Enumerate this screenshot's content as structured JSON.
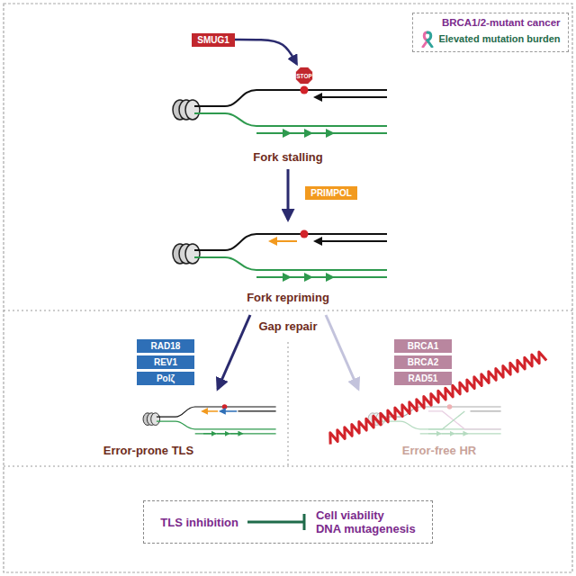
{
  "diagram": {
    "nodes": [
      {
        "text": [
          "BRCA1/2-mutant cancer",
          "Elevated mutation burden"
        ]
      },
      {
        "text": [
          "SMUG1"
        ]
      },
      {
        "text": [
          "STOP"
        ]
      },
      {
        "text": [
          "PRIMPOL"
        ]
      },
      {
        "text": [
          "RAD18"
        ]
      },
      {
        "text": [
          "REV1"
        ]
      },
      {
        "text": [
          "Polζ"
        ]
      },
      {
        "text": [
          "BRCA1"
        ]
      },
      {
        "text": [
          "BRCA2"
        ]
      },
      {
        "text": [
          "RAD51"
        ]
      },
      {
        "text": [
          "TLS inhibition",
          "Cell viability",
          "DNA mutagenesis"
        ]
      }
    ],
    "edges": [
      {
        "from": 1,
        "to": 2,
        "arrow": "to"
      }
    ],
    "labels": [
      "Fork stalling",
      "Fork repriming",
      "Gap repair",
      "Error-prone TLS",
      "Error-free HR"
    ]
  }
}
